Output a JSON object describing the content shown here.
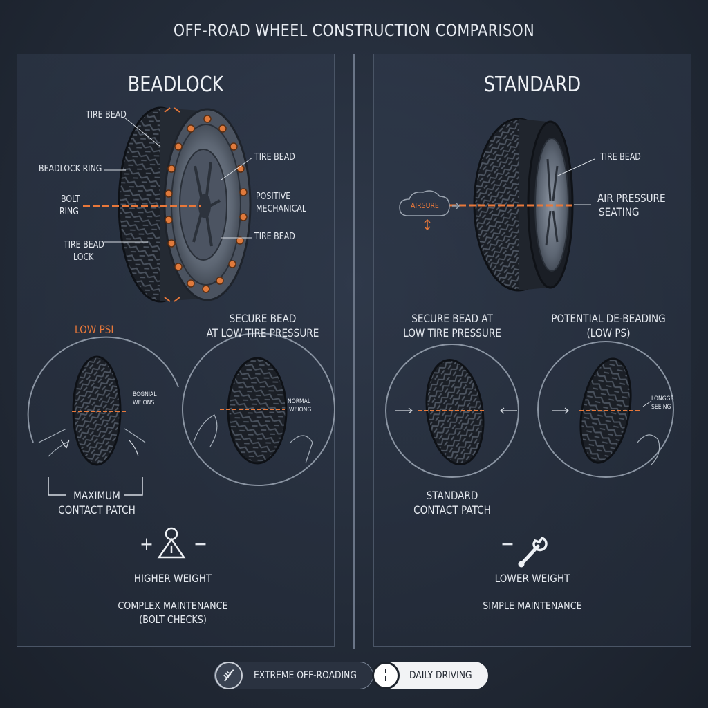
{
  "title": "OFF-ROAD WHEEL CONSTRUCTION COMPARISON",
  "left": {
    "heading": "BEADLOCK",
    "labels": {
      "tire_bead_top": "TIRE BEAD",
      "beadlock_ring": "BEADLOCK RING",
      "bolt_ring_1": "BOLT",
      "bolt_ring_2": "RING",
      "tire_bead_lock_1": "TIRE BEAD",
      "tire_bead_lock_2": "LOCK",
      "tire_bead_right": "TIRE BEAD",
      "positive_1": "POSITIVE",
      "positive_2": "MECHANICAL",
      "tire_bead_lower": "TIRE BEAD"
    },
    "low_psi": "LOW PSI",
    "secure_1": "SECURE BEAD",
    "secure_2": "AT LOW TIRE PRESSURE",
    "circle1_note_1": "BOGNIAL",
    "circle1_note_2": "WEIONS",
    "circle2_note_1": "NORMAL",
    "circle2_note_2": "WEIONG",
    "contact_1": "MAXIMUM",
    "contact_2": "CONTACT PATCH",
    "weight_symbol_plus": "+",
    "weight_symbol_minus": "−",
    "weight": "HIGHER WEIGHT",
    "maint_1": "COMPLEX MAINTENANCE",
    "maint_2": "(BOLT CHECKS)"
  },
  "right": {
    "heading": "STANDARD",
    "labels": {
      "airsure": "AIRSURE",
      "tire_bead": "TIRE BEAD",
      "air_1": "AIR PRESSURE",
      "air_2": "SEATING"
    },
    "secure_1": "SECURE BEAD AT",
    "secure_2": "LOW TIRE PRESSURE",
    "debeading_1": "POTENTIAL DE-BEADING",
    "debeading_2": "(LOW PS)",
    "circle2_note_1": "LONGGR",
    "circle2_note_2": "SEEING",
    "contact_1": "STANDARD",
    "contact_2": "CONTACT PATCH",
    "weight_symbol_minus": "−",
    "weight": "LOWER WEIGHT",
    "maint": "SIMPLE MAINTENANCE"
  },
  "footer": {
    "extreme": "EXTREME OFF-ROADING",
    "daily": "DAILY DRIVING"
  },
  "colors": {
    "accent": "#e8783a",
    "background": "#232b38",
    "text": "#e9edf2"
  }
}
